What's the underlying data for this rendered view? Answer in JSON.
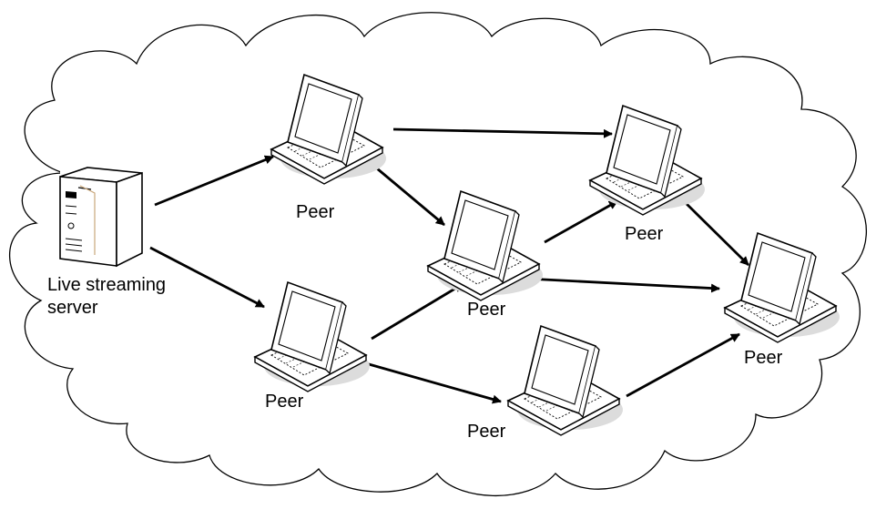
{
  "diagram": {
    "server": {
      "label_line1": "Live streaming",
      "label_line2": "server"
    },
    "peers": [
      {
        "id": "p1",
        "label": "Peer"
      },
      {
        "id": "p2",
        "label": "Peer"
      },
      {
        "id": "p3",
        "label": "Peer"
      },
      {
        "id": "p4",
        "label": "Peer"
      },
      {
        "id": "p5",
        "label": "Peer"
      },
      {
        "id": "p6",
        "label": "Peer"
      }
    ],
    "edges": [
      {
        "from": "server",
        "to": "p1"
      },
      {
        "from": "server",
        "to": "p2"
      },
      {
        "from": "p1",
        "to": "p3"
      },
      {
        "from": "p1",
        "to": "p4"
      },
      {
        "from": "p2",
        "to": "p3"
      },
      {
        "from": "p2",
        "to": "p5"
      },
      {
        "from": "p3",
        "to": "p4"
      },
      {
        "from": "p3",
        "to": "p6"
      },
      {
        "from": "p4",
        "to": "p6"
      },
      {
        "from": "p5",
        "to": "p6"
      }
    ],
    "colors": {
      "outline": "#000000",
      "cloud_fill": "#ffffff",
      "shadow": "#d9d9d9",
      "device_fill": "#ffffff"
    }
  }
}
